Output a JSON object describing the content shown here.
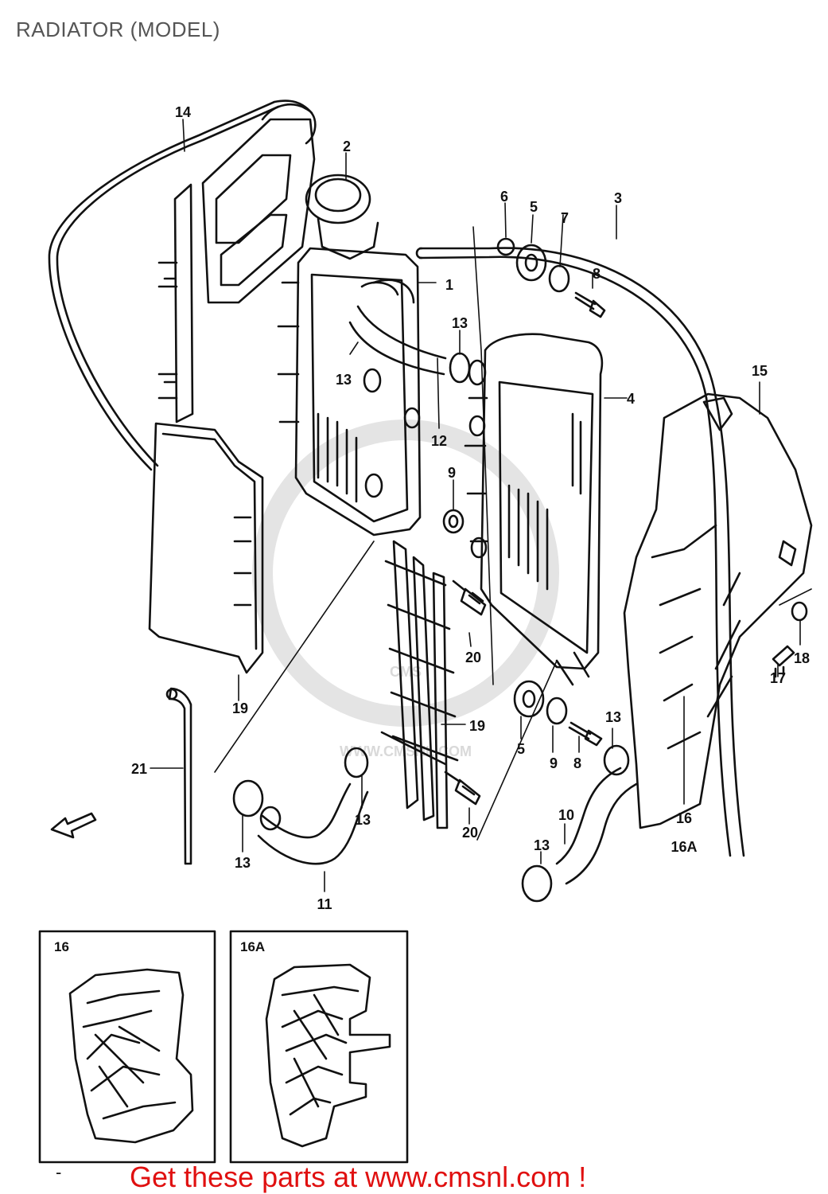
{
  "title": "RADIATOR (MODEL)",
  "watermark": {
    "url": "WWW.CMSNL.COM",
    "logo": "CMS"
  },
  "callouts": {
    "c1": "1",
    "c2": "2",
    "c3": "3",
    "c4": "4",
    "c5a": "5",
    "c5b": "5",
    "c6": "6",
    "c7": "7",
    "c8a": "8",
    "c8b": "8",
    "c9a": "9",
    "c9b": "9",
    "c10": "10",
    "c11": "11",
    "c12": "12",
    "c13a": "13",
    "c13b": "13",
    "c13c": "13",
    "c13d": "13",
    "c13e": "13",
    "c13f": "13",
    "c14": "14",
    "c15": "15",
    "c16": "16",
    "c16a": "16A",
    "c17": "17",
    "c18": "18",
    "c19a": "19",
    "c19b": "19",
    "c20a": "20",
    "c20b": "20",
    "c21": "21"
  },
  "insets": [
    {
      "label": "16"
    },
    {
      "label": "16A"
    }
  ],
  "footer": {
    "dash": "-",
    "link_text": "Get these parts at www.cmsnl.com !",
    "link_color": "#e01010"
  },
  "colors": {
    "line": "#111111",
    "watermark": "#d9d9d9",
    "background": "#ffffff"
  }
}
